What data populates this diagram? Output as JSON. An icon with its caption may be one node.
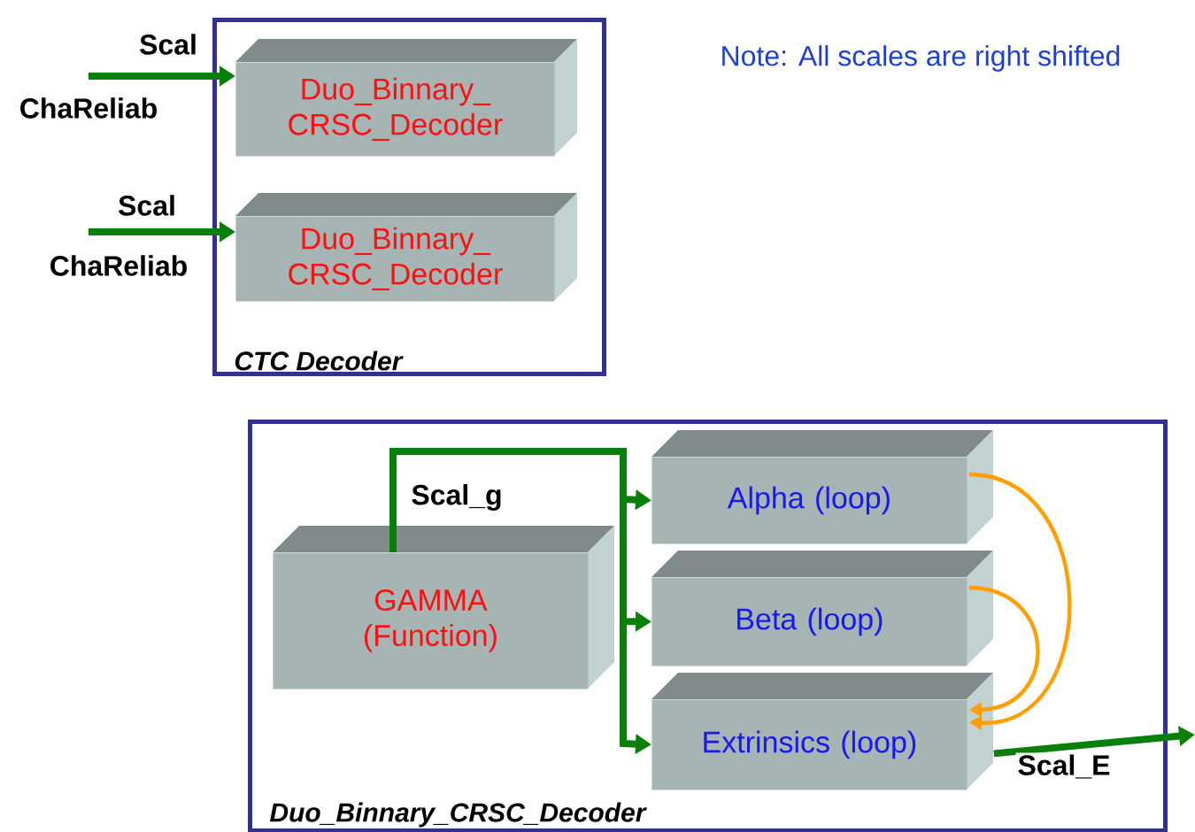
{
  "diagram": {
    "nodes": [
      {
        "text": [
          "CTC Decoder"
        ]
      },
      {
        "text": [
          "Duo_Binnary_ CRSC_Decoder"
        ],
        "in": 0
      },
      {
        "text": [
          "Duo_Binnary_ CRSC_Decoder"
        ],
        "in": 0
      },
      {
        "text": [
          "Duo_Binnary_CRSC_Decoder"
        ]
      },
      {
        "text": [
          "GAMMA (Function)"
        ],
        "in": 3
      },
      {
        "text": [
          "Alpha (loop)"
        ],
        "in": 3
      },
      {
        "text": [
          "Beta (loop)"
        ],
        "in": 3
      },
      {
        "text": [
          "Extrinsics (loop)"
        ],
        "in": 3
      }
    ],
    "edges": [
      {
        "from": null,
        "to": 1,
        "arrow": "to",
        "label": "Scal"
      },
      {
        "from": null,
        "to": 2,
        "arrow": "to",
        "label": "Scal"
      },
      {
        "from": 4,
        "to": 5,
        "arrow": "to",
        "label": "Scal_g"
      },
      {
        "from": 4,
        "to": 6,
        "arrow": "to"
      },
      {
        "from": 4,
        "to": 7,
        "arrow": "to"
      },
      {
        "from": 5,
        "to": 7,
        "arrow": "to",
        "color": "#ffa000"
      },
      {
        "from": 6,
        "to": 7,
        "arrow": "to",
        "color": "#ffa000"
      },
      {
        "from": 7,
        "to": null,
        "arrow": "to",
        "label": "Scal_E"
      }
    ],
    "labels": [
      "Note: All scales are right shifted",
      "ChaReliab",
      "ChaReliab"
    ]
  }
}
